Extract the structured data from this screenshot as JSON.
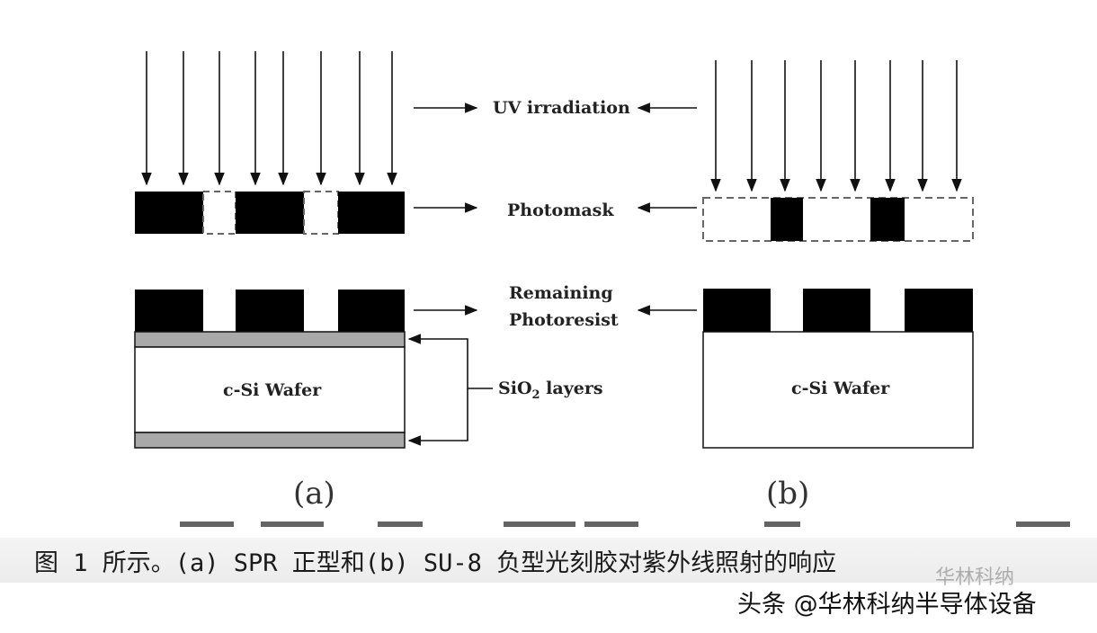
{
  "labels": {
    "uv": "UV irradiation",
    "photomask": "Photomask",
    "remaining_1": "Remaining",
    "remaining_2": "Photoresist",
    "sio2_prefix": "SiO",
    "sio2_sub": "2",
    "sio2_suffix": " layers",
    "wafer_a": "c-Si Wafer",
    "wafer_b": "c-Si Wafer",
    "panel_a": "(a)",
    "panel_b": "(b)"
  },
  "caption": "图 1 所示。(a) SPR 正型和(b) SU-8 负型光刻胶对紫外线照射的响应",
  "watermark": "头条 @华林科纳半导体设备",
  "watermark_faint": "华林科纳",
  "colors": {
    "resist": "#000000",
    "oxide": "#a9a9a9",
    "dashed": "#666666",
    "arrow": "#111111"
  }
}
